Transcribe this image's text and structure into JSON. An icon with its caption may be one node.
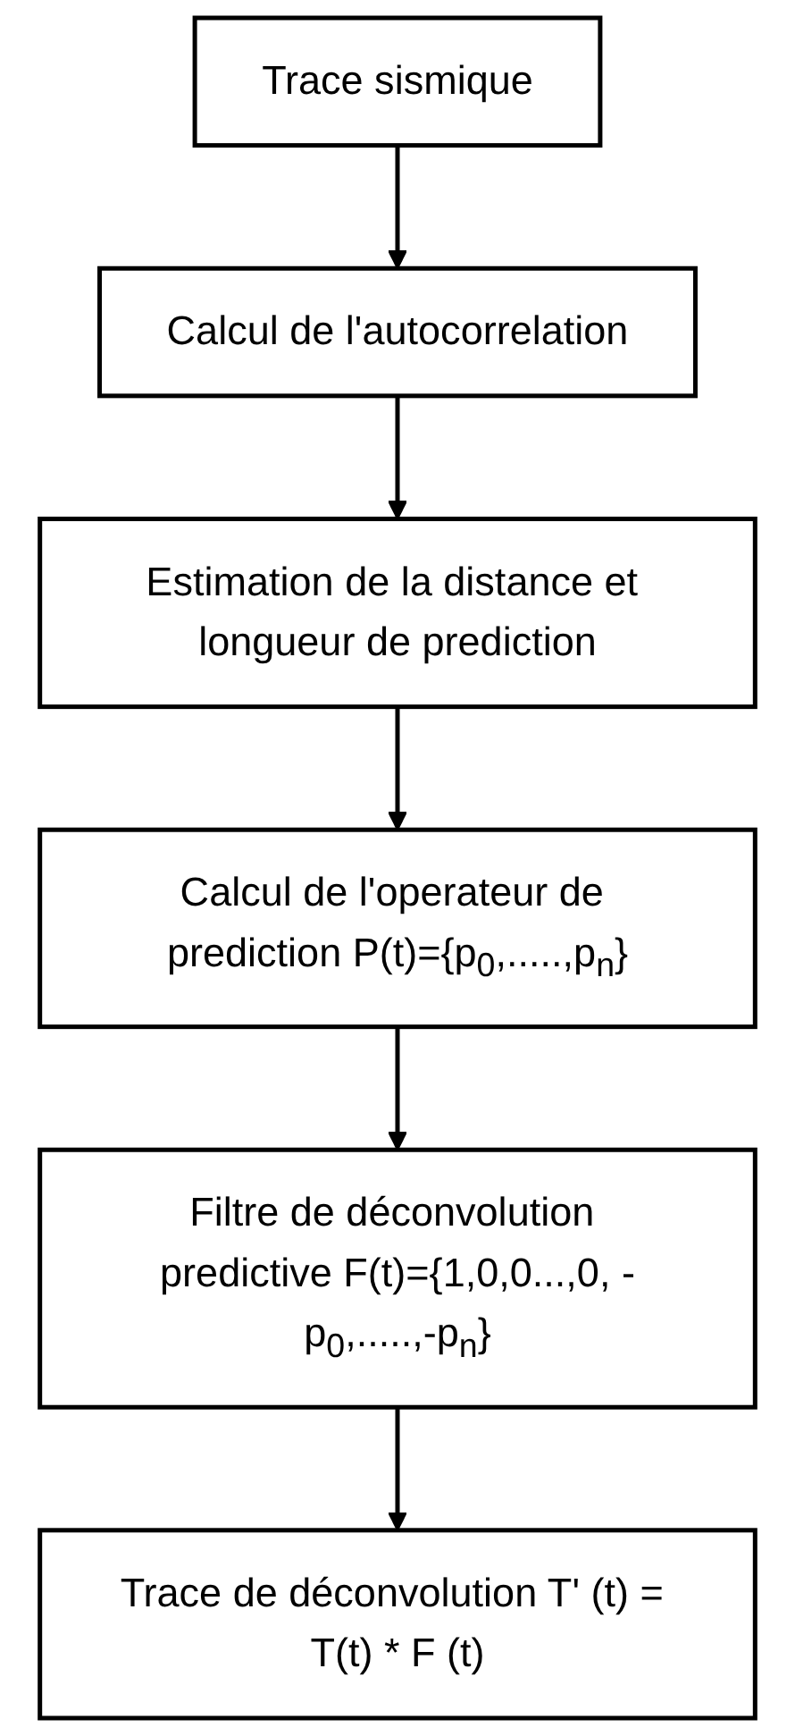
{
  "diagram": {
    "nodes": [
      {
        "text": [
          "Trace sismique"
        ]
      },
      {
        "text": [
          "Calcul de l'autocorrelation"
        ]
      },
      {
        "text": [
          "Estimation de la distance et longueur de prediction"
        ]
      },
      {
        "text": [
          "Calcul de l'operateur de prediction P(t)={p$_{0}$,.....,p$_{n}$}"
        ]
      },
      {
        "text": [
          "Filtre de déconvolution predictive F(t)={1,0,0...,0, -p$_{0}$,.....,-p$_{n}$}"
        ]
      },
      {
        "text": [
          "Trace de déconvolution T' (t) = T(t) * F (t)"
        ]
      }
    ],
    "edges": [
      {
        "from": 0,
        "to": 1,
        "arrow": "to"
      },
      {
        "from": 1,
        "to": 2,
        "arrow": "to"
      },
      {
        "from": 2,
        "to": 3,
        "arrow": "to"
      },
      {
        "from": 3,
        "to": 4,
        "arrow": "to"
      },
      {
        "from": 4,
        "to": 5,
        "arrow": "to"
      }
    ]
  }
}
